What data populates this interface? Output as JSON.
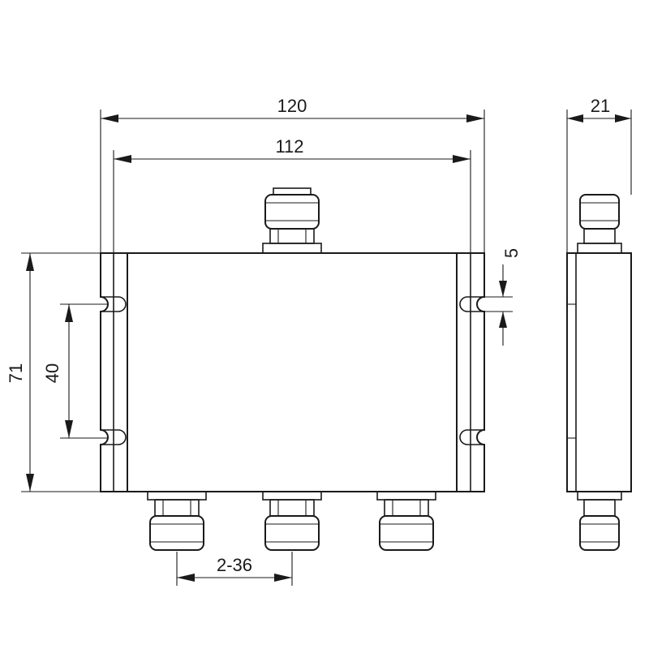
{
  "dimensions": {
    "overall_width": "120",
    "mounting_hole_spacing_width": "112",
    "side_depth": "21",
    "slot_width": "5",
    "height": "71",
    "mounting_hole_spacing_height": "40",
    "output_port_spacing": "2-36"
  },
  "colors": {
    "line": "#1a1a1a",
    "background": "#ffffff"
  }
}
